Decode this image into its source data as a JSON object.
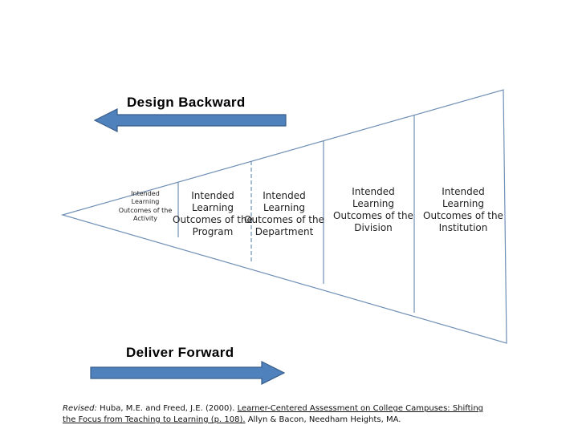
{
  "headings": {
    "top": "Design Backward",
    "bottom": "Deliver Forward"
  },
  "segments": [
    {
      "text": "Intended\nLearning\nOutcomes of the\nActivity"
    },
    {
      "text": "Intended\nLearning\nOutcomes of the\nProgram"
    },
    {
      "text": "Intended\nLearning\nOutcomes of the\nDepartment"
    },
    {
      "text": "Intended\nLearning\nOutcomes of the\nDivision"
    },
    {
      "text": "Intended\nLearning\nOutcomes of the\nInstitution"
    }
  ],
  "citation": {
    "prefix": "Revised:",
    "authors": " Huba, M.E. and Freed, J.E. (2000).  ",
    "title": "Learner-Centered Assessment on College Campuses: Shifting the Focus from  Teaching to Learning (p. 108).",
    "publisher": "   Allyn & Bacon, Needham Heights, MA."
  },
  "colors": {
    "arrow_fill": "#4f81bd",
    "arrow_stroke": "#385d8a",
    "funnel_line": "#6f8fb5"
  }
}
